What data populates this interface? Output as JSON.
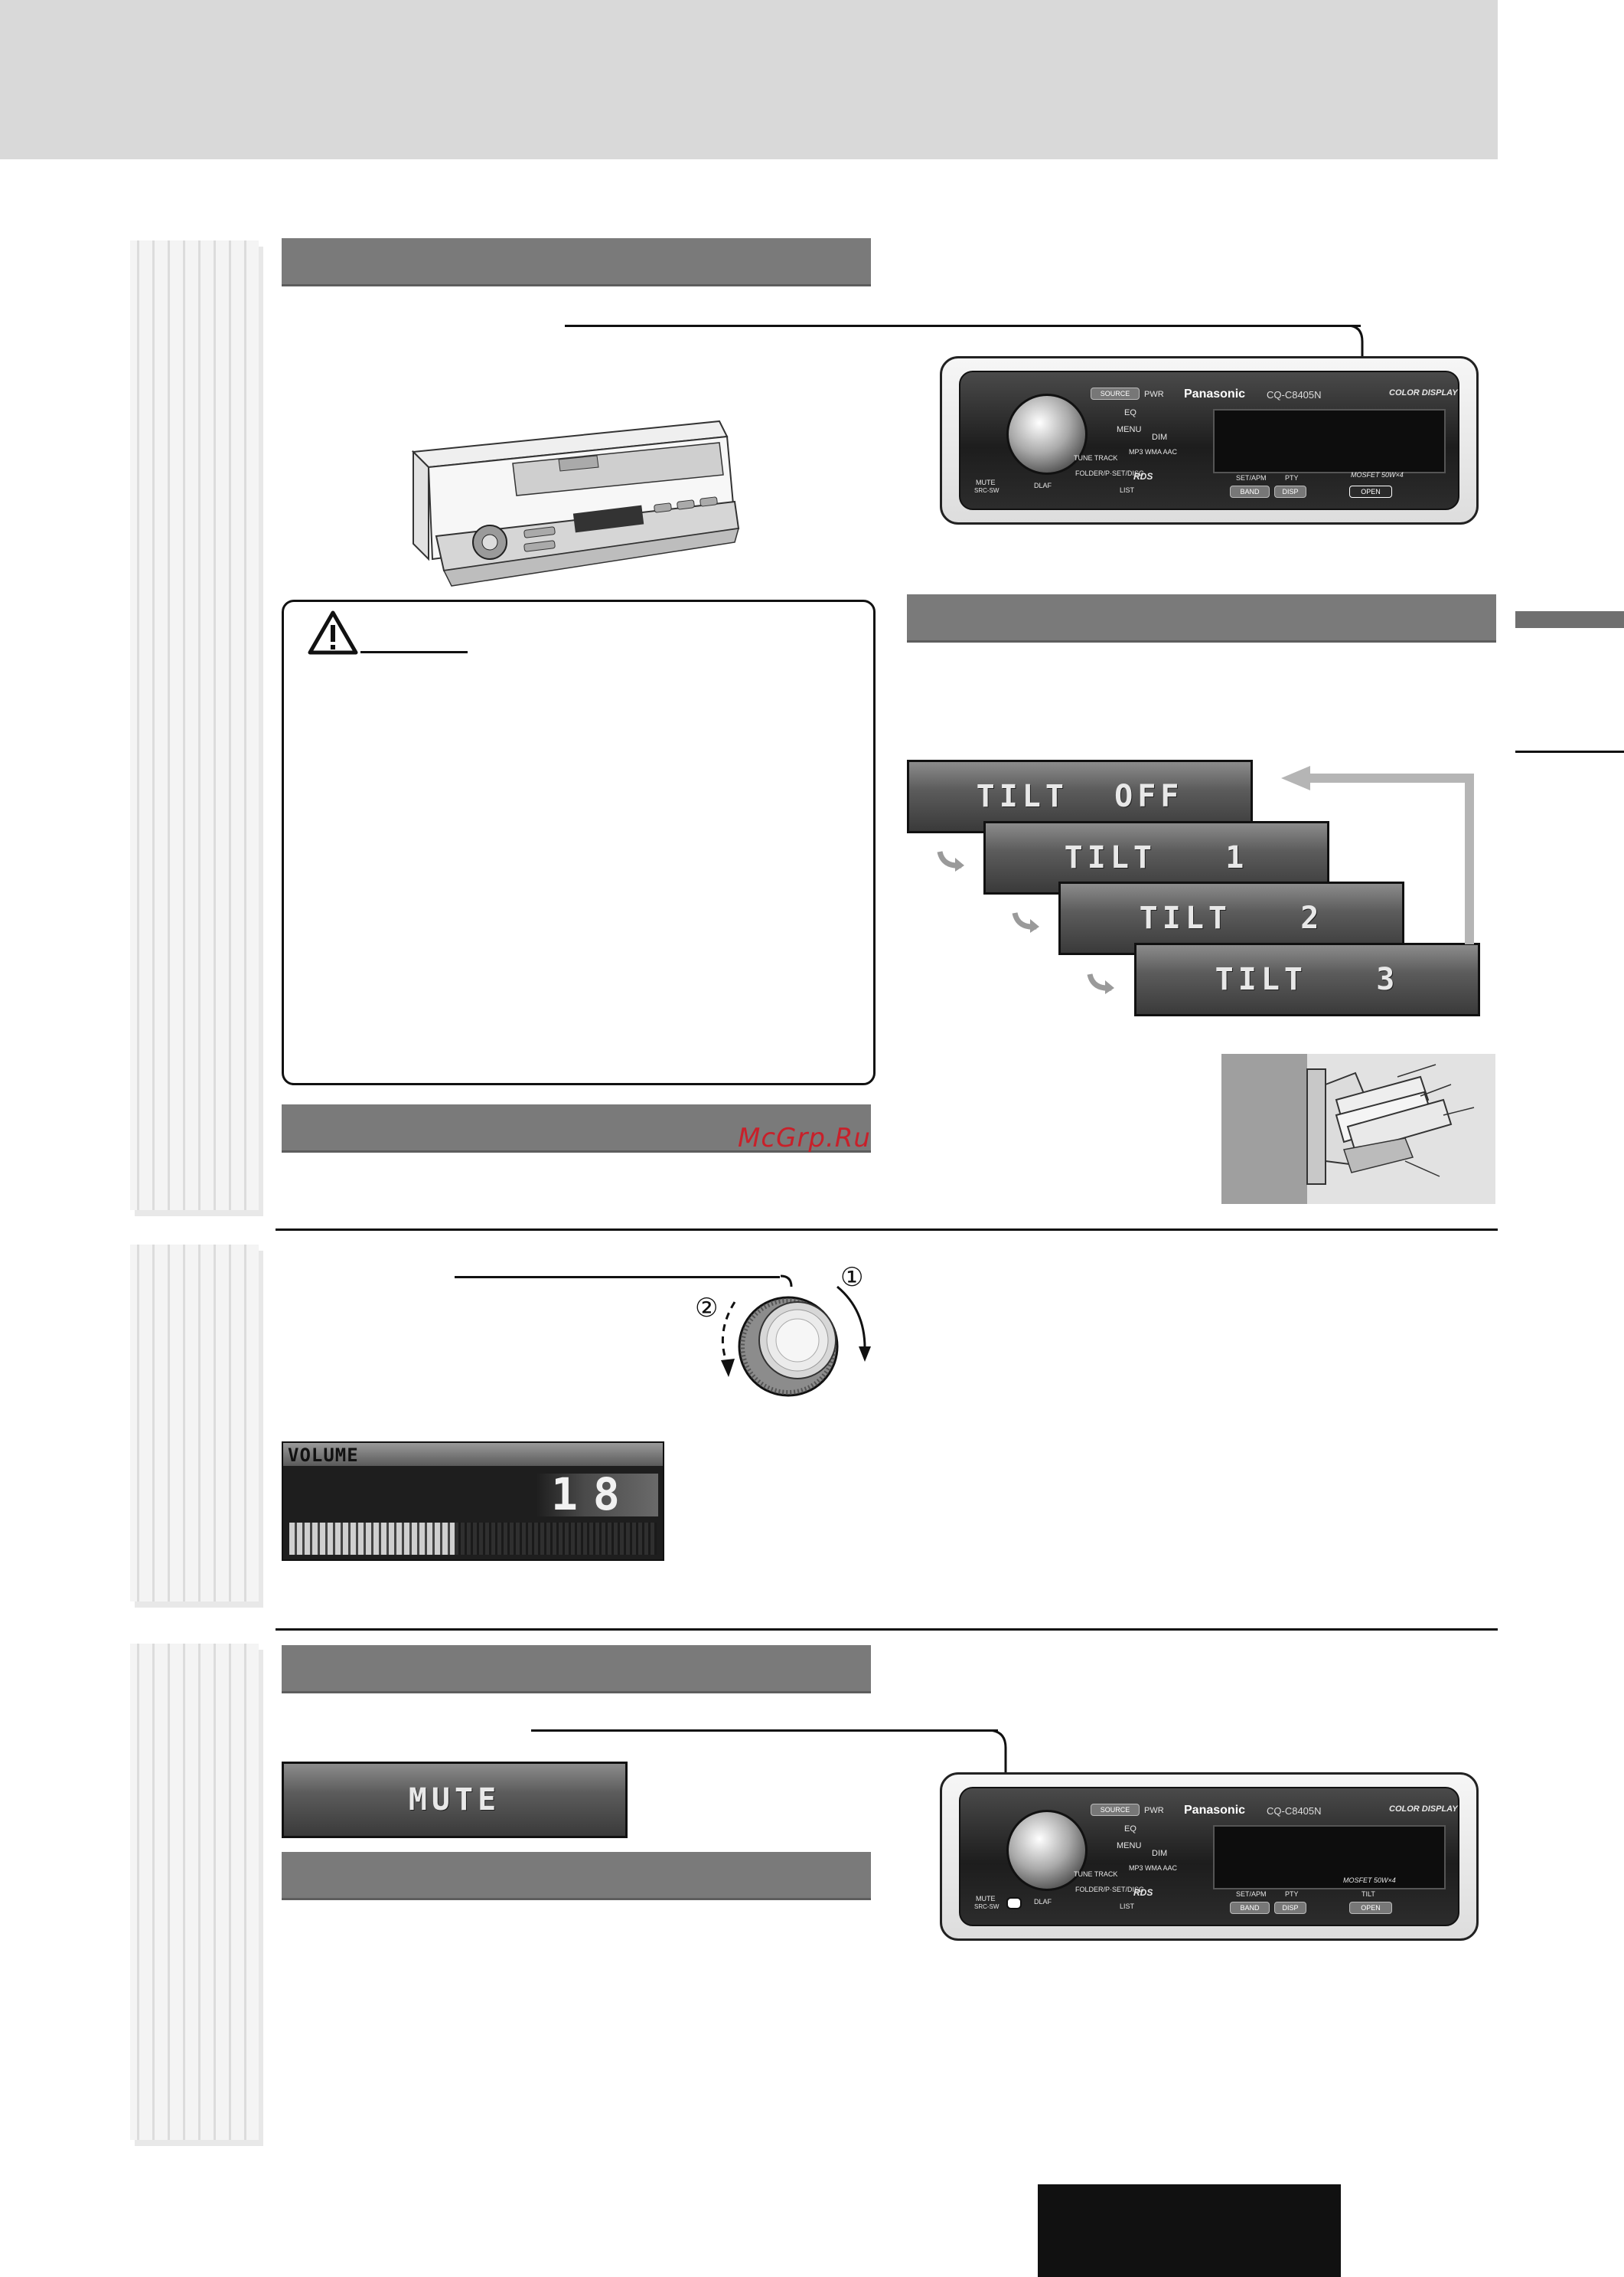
{
  "stereo": {
    "brand": "Panasonic",
    "model": "CQ-C8405N",
    "color_display_label": "COLOR DISPLAY",
    "buttons": {
      "source": "SOURCE",
      "pwr": "PWR",
      "eq": "EQ",
      "menu": "MENU",
      "dim": "DIM",
      "tune_track": "TUNE TRACK",
      "folder_pset_disc": "FOLDER/P·SET/DISC",
      "list": "LIST",
      "mute": "MUTE",
      "src_sw": "SRC-SW",
      "dlaf": "DLAF",
      "mp3_wma_aac": "MP3 WMA AAC",
      "rds": "RDS",
      "set_apm": "SET/APM",
      "pty": "PTY",
      "band": "BAND",
      "disp": "DISP",
      "tilt": "TILT",
      "open": "OPEN",
      "mosfet": "MOSFET 50W×4"
    }
  },
  "tilt_states": [
    "TILT  OFF",
    "TILT   1",
    "TILT   2",
    "TILT   3"
  ],
  "volume_display": {
    "label": "VOLUME",
    "value": "18",
    "level_fraction": 0.45
  },
  "knob_steps": [
    "①",
    "②"
  ],
  "mute_display": "MUTE",
  "watermark": "McGrp.Ru",
  "colors": {
    "section_bar": "#7a7a7a",
    "top_band": "#d9d9d9",
    "watermark": "#c8202a"
  }
}
